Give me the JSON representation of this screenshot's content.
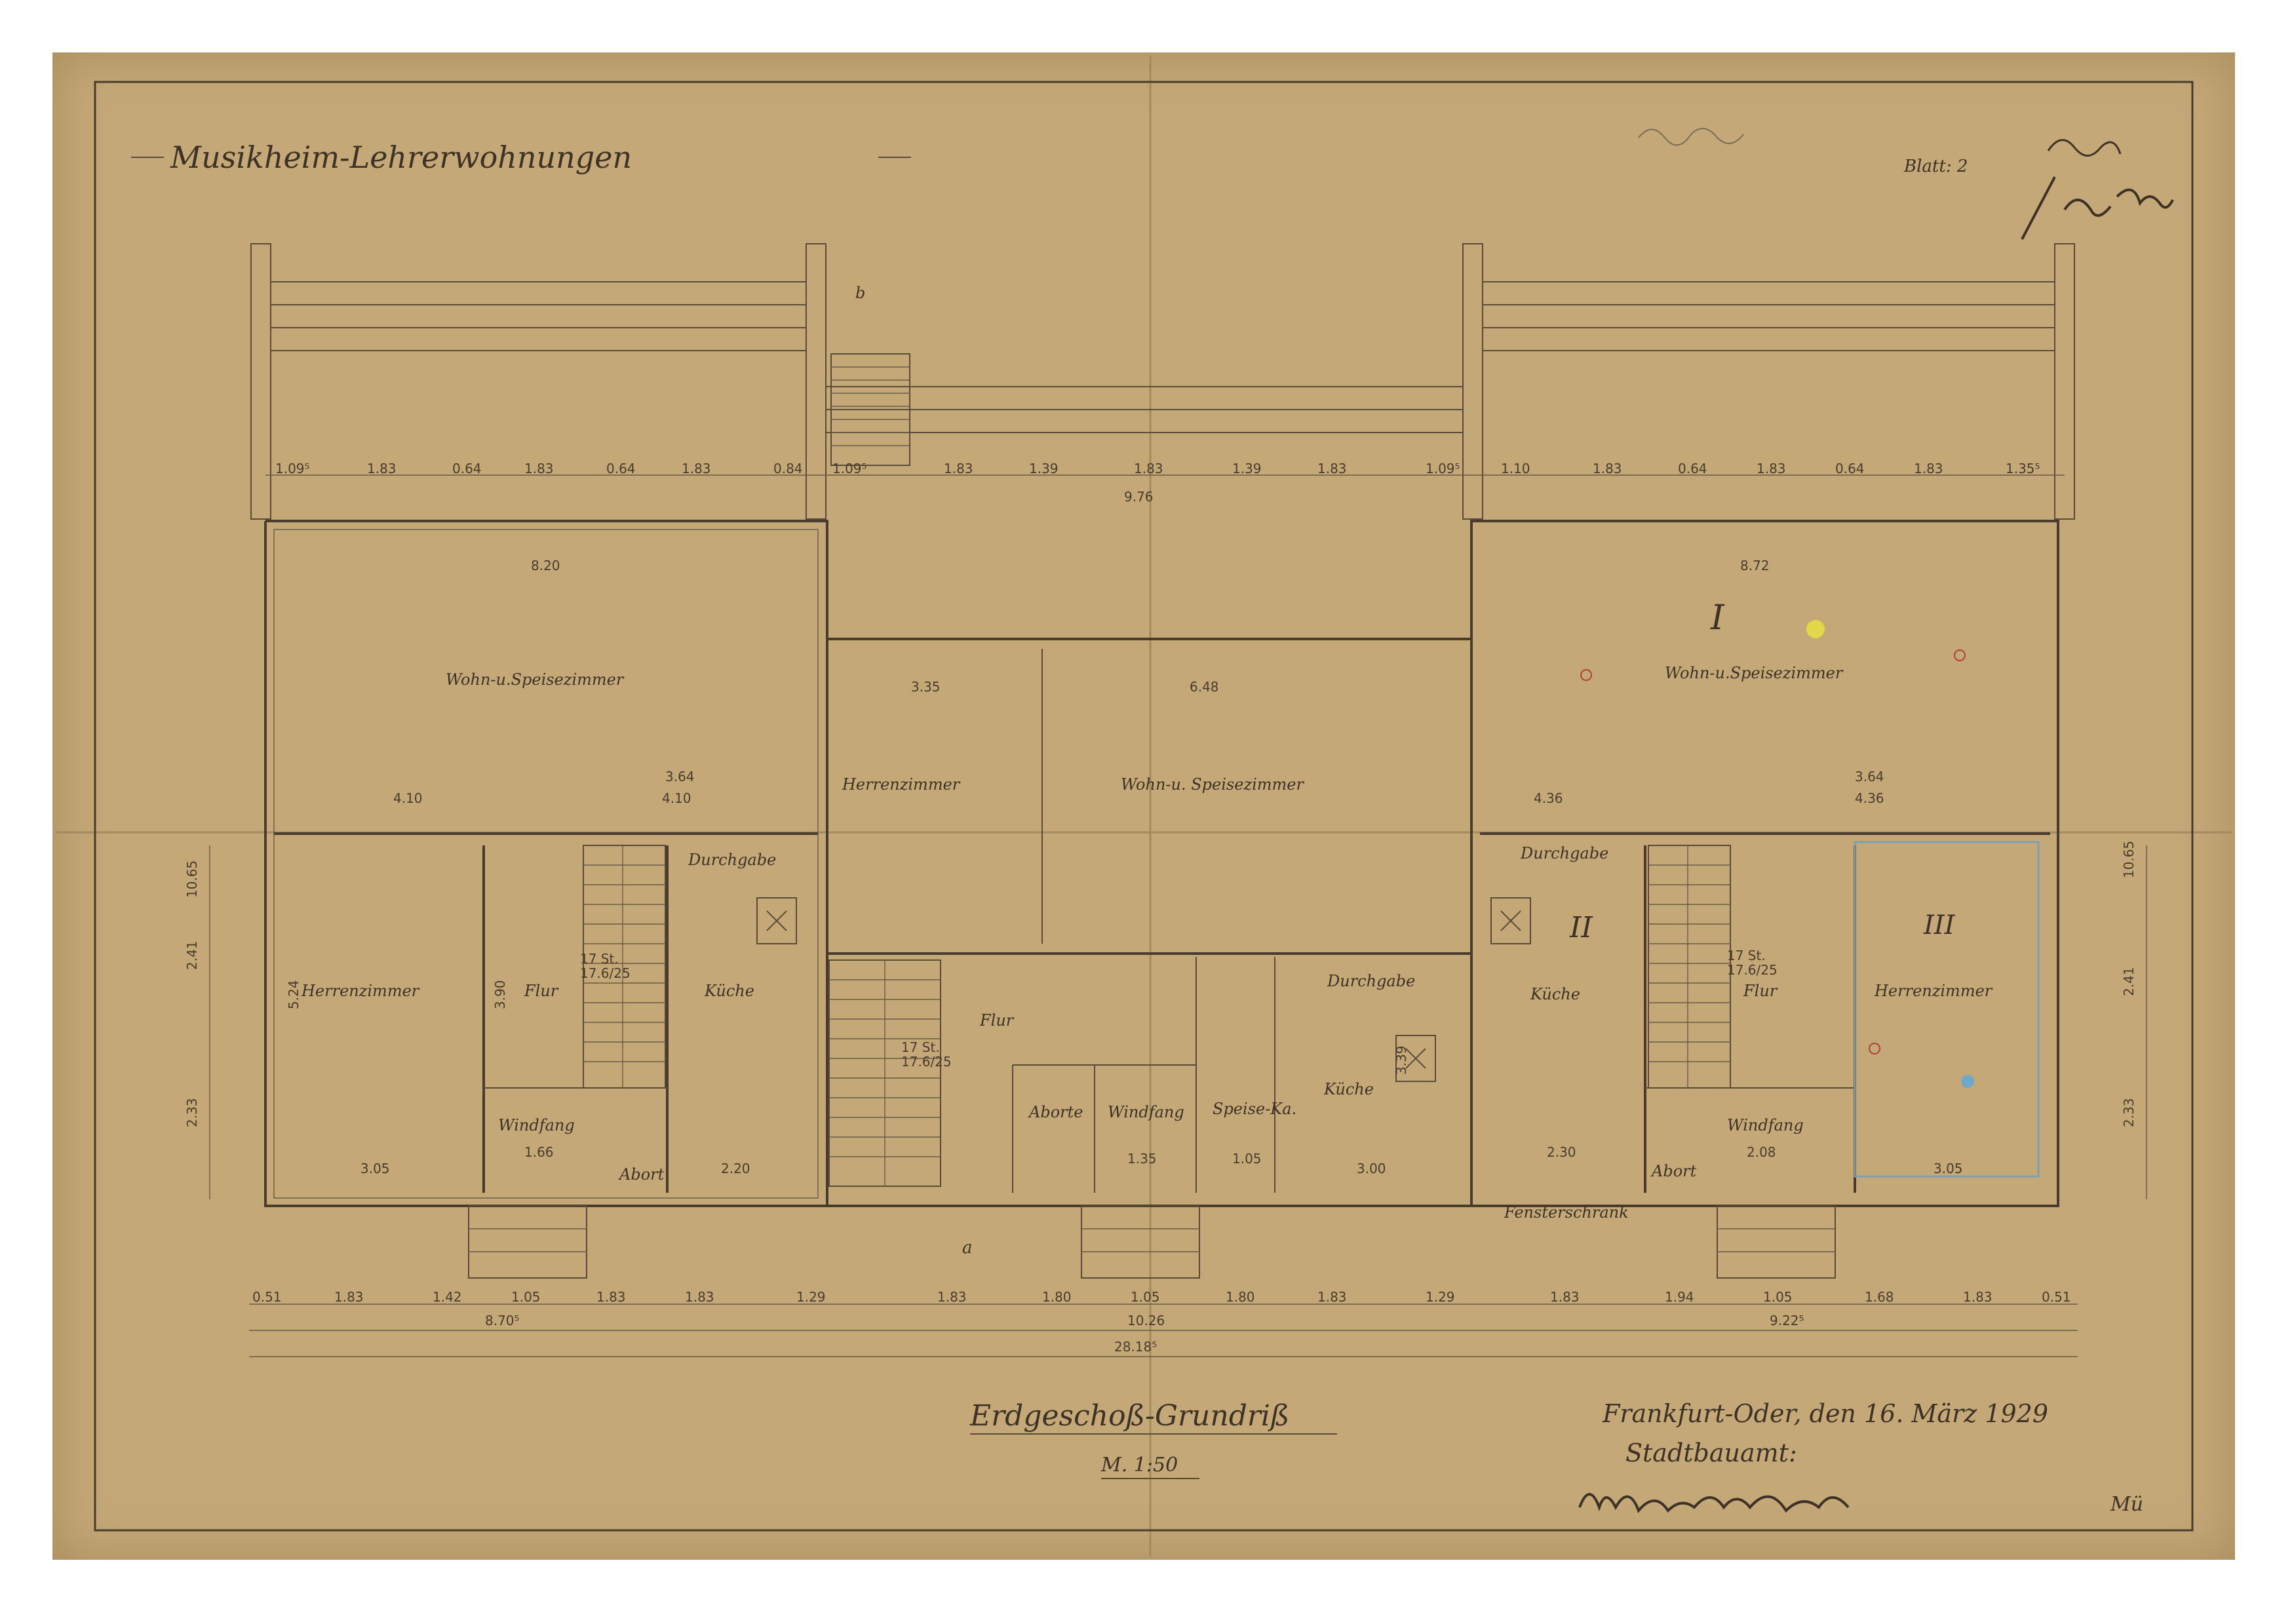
{
  "sheet": {
    "title": "Musikheim-Lehrerwohnungen",
    "sheet_label": "Blatt: 2",
    "drawing_title": "Erdgeschoß-Grundriß",
    "scale": "M. 1:50",
    "place_date": "Frankfurt-Oder, den 16. März 1929",
    "office": "Stadtbauamt:",
    "corner_mark": "Mü"
  },
  "rooms": {
    "wohn_left": "Wohn-u.Speisezimmer",
    "herren_left": "Herrenzimmer",
    "flur_left": "Flur",
    "kueche_left": "Küche",
    "windfang_left": "Windfang",
    "abort_left": "Abort",
    "durchgabe_left": "Durchgabe",
    "herren_center": "Herrenzimmer",
    "wohn_center": "Wohn-u. Speisezimmer",
    "flur_center": "Flur",
    "aborte_center": "Aborte",
    "windfang_center": "Windfang",
    "speise_center": "Speise-Ka.",
    "durchgabe_center": "Durchgabe",
    "kueche_center": "Küche",
    "wohn_right": "Wohn-u.Speisezimmer",
    "kueche_right": "Küche",
    "durchgabe_right": "Durchgabe",
    "flur_right": "Flur",
    "herren_right": "Herrenzimmer",
    "windfang_right": "Windfang",
    "abort_right": "Abort",
    "fenster_right": "Fensterschrank"
  },
  "marks": {
    "one": "I",
    "two": "II",
    "three": "III",
    "a": "a",
    "b": "b"
  },
  "dims": {
    "top": [
      "1.09⁵",
      "1.83",
      "0.64",
      "1.83",
      "0.64",
      "1.83",
      "0.84",
      "1.09⁵",
      "1.83",
      "1.39",
      "1.83",
      "1.39",
      "1.83",
      "1.09⁵",
      "1.10",
      "1.83",
      "0.64",
      "1.83",
      "0.64",
      "1.83",
      "1.35⁵"
    ],
    "bottom": [
      "0.51",
      "1.83",
      "1.42",
      "1.05",
      "1.83",
      "1.83",
      "1.29",
      "1.83",
      "1.80",
      "1.05",
      "1.80",
      "1.83",
      "1.29",
      "1.83",
      "1.94",
      "1.05",
      "1.68",
      "1.83",
      "0.51"
    ],
    "sub_left": "8.70⁵",
    "sub_mid": "10.26",
    "sub_right": "9.22⁵",
    "total": "28.18⁵",
    "center_span": "9.76",
    "left_height": "10.65",
    "right_height": "10.65",
    "room_w1": "8.20",
    "room_w2": "8.72",
    "room_w3": "6.48",
    "room_w4": "3.35",
    "r1": "3.64",
    "r2": "4.10",
    "r3": "4.10",
    "r4": "3.64",
    "r5": "4.36",
    "r6": "4.36",
    "h1": "3.05",
    "h2": "2.20",
    "h3": "3.00",
    "h4": "3.05",
    "h5": "2.30",
    "h6": "2.08",
    "h7": "1.66",
    "h8": "1.35",
    "h9": "1.05",
    "s1": "17 St.",
    "s2": "17.6/25",
    "s3": "17 St.",
    "s4": "17.6/25",
    "s5": "17 St.",
    "s6": "17.6/25",
    "v1": "5.24",
    "v2": "3.90",
    "v3": "3.39",
    "v4": "2.41",
    "v5": "2.33",
    "v6": "2.41",
    "v7": "2.33"
  }
}
